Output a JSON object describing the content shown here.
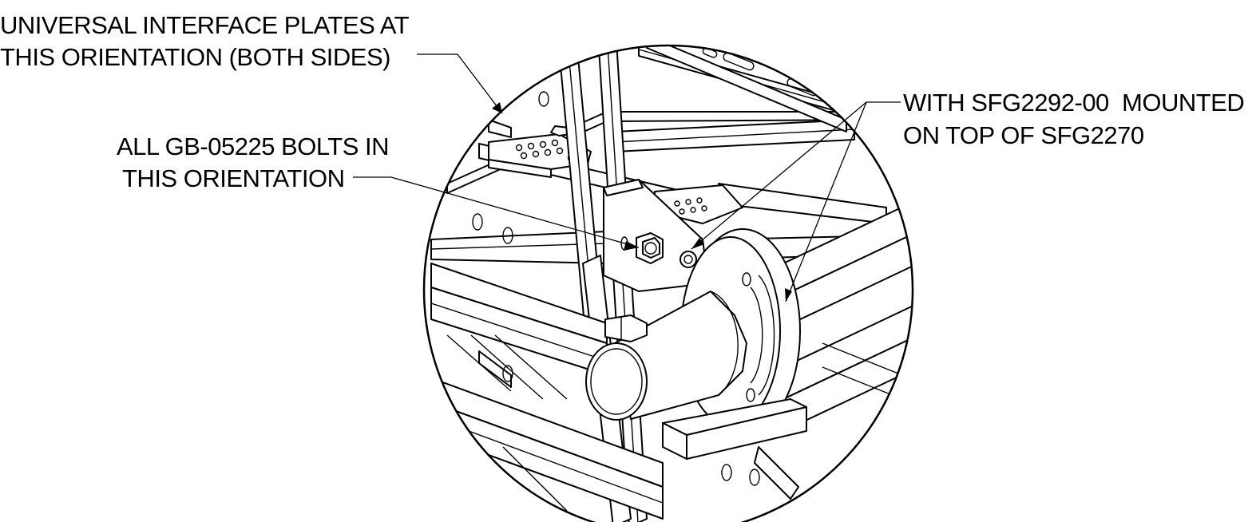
{
  "callouts": [
    {
      "id": "interface-plates",
      "lines": [
        "UNIVERSAL INTERFACE PLATES AT",
        "THIS ORIENTATION (BOTH SIDES)"
      ]
    },
    {
      "id": "bolts",
      "lines": [
        "ALL GB-05225 BOLTS IN",
        "THIS ORIENTATION"
      ]
    },
    {
      "id": "mounting",
      "lines": [
        "WITH SFG2292-00  MOUNTED",
        "ON TOP OF SFG2270"
      ]
    }
  ]
}
